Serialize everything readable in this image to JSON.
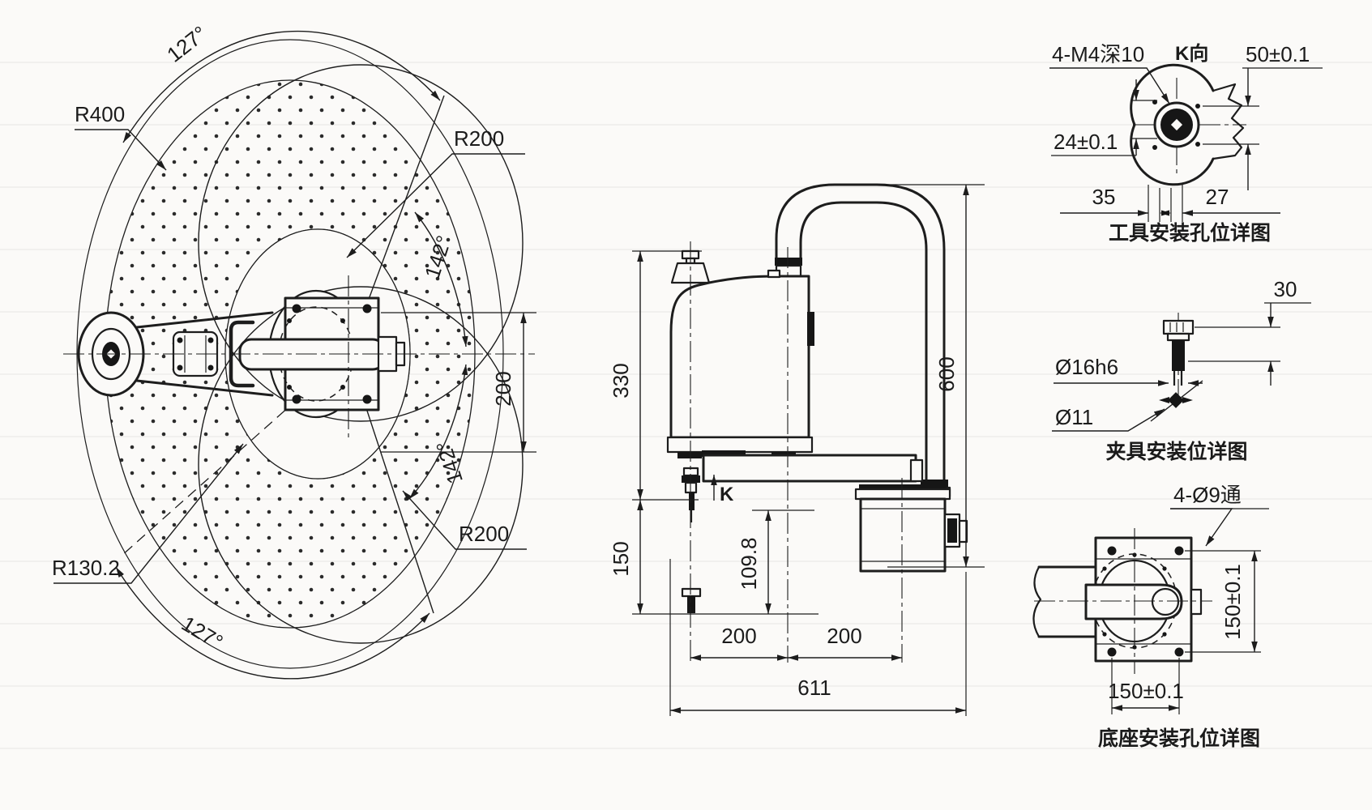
{
  "drawing": {
    "background": "#fbfaf8",
    "line_color": "#1d1d1d",
    "top_view": {
      "angle_top": "127°",
      "angle_bottom": "127°",
      "radius_outer": "R400",
      "radius_inner": "R130.2",
      "radius_lobe_top": "R200",
      "radius_lobe_bottom": "R200",
      "angle_lobe_top": "142°",
      "angle_lobe_bottom": "142°",
      "dim_width": "200"
    },
    "side_view": {
      "dim_height_arm": "330",
      "dim_stroke": "150",
      "dim_base": "109.8",
      "dim_span_left": "200",
      "dim_span_right": "200",
      "dim_total": "611",
      "dim_tube": "600",
      "view_mark": "K"
    },
    "detail_tool": {
      "title": "工具安装孔位详图",
      "holes": "4-M4深10",
      "view_label": "K向",
      "dim_width": "50±0.1",
      "dim_holes_v": "24±0.1",
      "dim_left": "35",
      "dim_right": "27"
    },
    "detail_gripper": {
      "title": "夹具安装位详图",
      "dim_top": "30",
      "shaft_dia": "Ø16h6",
      "hole_dia": "Ø11"
    },
    "detail_base": {
      "title": "底座安装孔位详图",
      "holes": "4-Ø9通",
      "dim_vertical": "150±0.1",
      "dim_horizontal": "150±0.1"
    }
  }
}
